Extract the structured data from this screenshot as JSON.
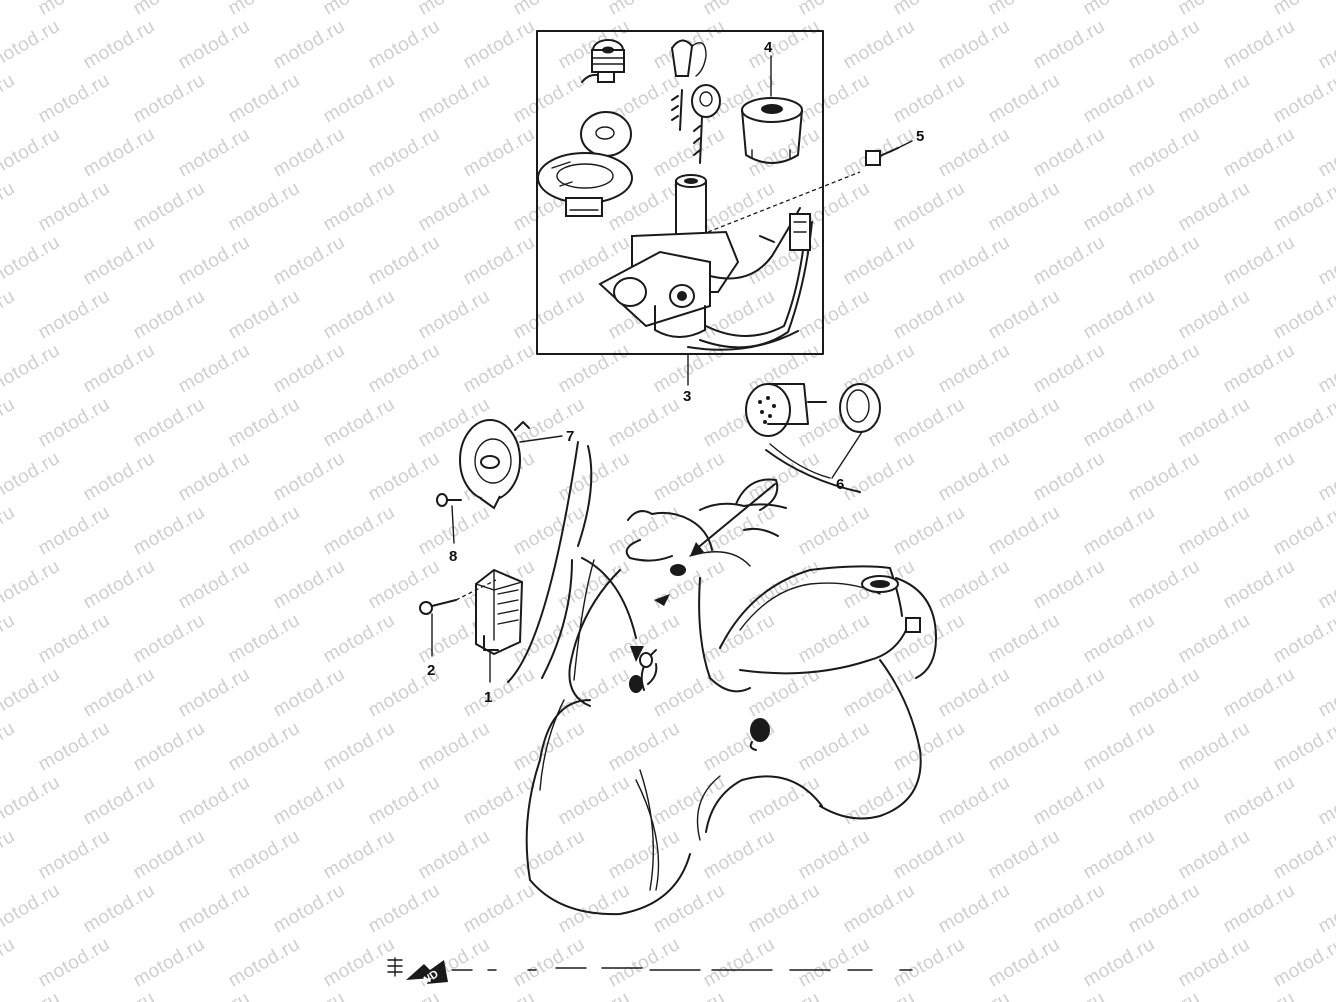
{
  "watermark": "motod.ru",
  "callouts": [
    "1",
    "2",
    "3",
    "4",
    "5",
    "6",
    "7",
    "8"
  ],
  "forward_mark": "FWD"
}
